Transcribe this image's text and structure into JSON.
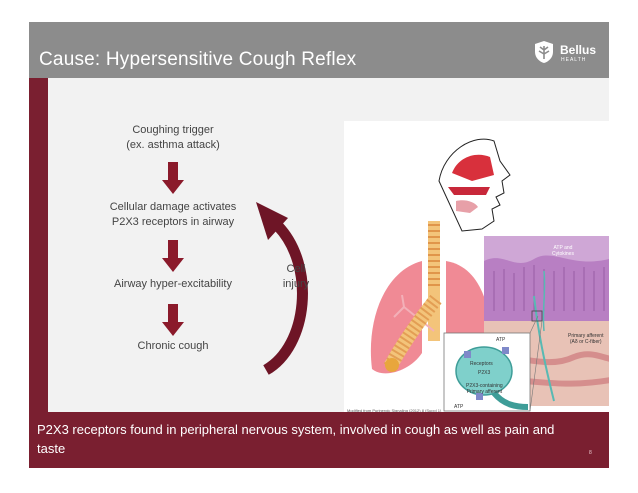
{
  "slide": {
    "title": "Cause: Hypersensitive Cough Reflex",
    "logo": {
      "word": "Bellus",
      "sub": "HEALTH",
      "icon": "shield-leaf-icon"
    },
    "flow": {
      "step1": [
        "Coughing trigger",
        "(ex. asthma attack)"
      ],
      "step2": [
        "Cellular damage activates",
        "P2X3 receptors in airway"
      ],
      "step3": "Airway hyper-excitability",
      "step4": "Chronic cough",
      "cycle_label": [
        "Cell",
        "injury"
      ]
    },
    "figure": {
      "labels": {
        "atp_cytokines": [
          "ATP and",
          "Cytokines"
        ],
        "primary_afferent": [
          "Primary afferent",
          "(Aδ or C-fiber)"
        ],
        "atp_top": "ATP",
        "receptors": "Receptors",
        "p2x3": "P2X3",
        "containing": [
          "P2X3-containing",
          "Primary afferent"
        ],
        "atp_bottom": "ATP"
      },
      "caption": "Modified from Purinergic Signaling (2012) 8 (Suppl 1)"
    },
    "footer": {
      "text": "P2X3 receptors found in peripheral nervous system, involved in cough as well as pain and taste",
      "page_number": "8"
    },
    "colors": {
      "header": "#8c8c8c",
      "accent": "#7a1f30",
      "arrow": "#8b1a2b",
      "background": "#f2f2f2"
    }
  }
}
